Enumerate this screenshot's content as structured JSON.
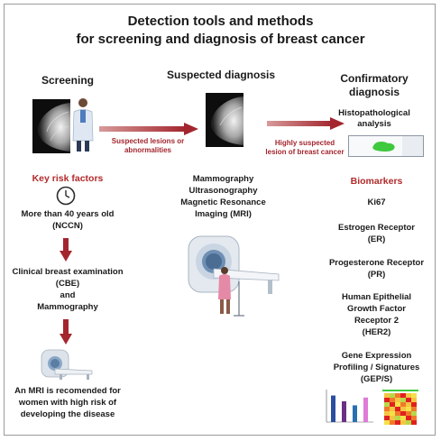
{
  "title_line1": "Detection tools and methods",
  "title_line2": "for screening and diagnosis of breast cancer",
  "screening": {
    "heading": "Screening",
    "risk_heading": "Key risk factors",
    "age_line1": "More than 40 years old",
    "age_line2": "(NCCN)",
    "cbe_line1": "Clinical breast examination",
    "cbe_line2": "(CBE)",
    "cbe_line3": "and",
    "cbe_line4": "Mammography",
    "mri_line1": "An MRI is recomended for",
    "mri_line2": "women with  high risk of",
    "mri_line3": "developing the disease"
  },
  "arrow1": {
    "line1": "Suspected lesions or",
    "line2": "abnormalities"
  },
  "suspected": {
    "heading": "Suspected diagnosis",
    "method1": "Mammography",
    "method2": "Ultrasonography",
    "method3": "Magnetic Resonance",
    "method4": "Imaging (MRI)"
  },
  "arrow2": {
    "line1": "Highly suspected",
    "line2": "lesion of breast cancer"
  },
  "confirmatory": {
    "heading_line1": "Confirmatory",
    "heading_line2": "diagnosis",
    "histo_line1": "Histopathological",
    "histo_line2": "analysis",
    "biomarkers_heading": "Biomarkers",
    "b1": "Ki67",
    "b2_line1": "Estrogen Receptor",
    "b2_line2": "(ER)",
    "b3_line1": "Progesterone Receptor",
    "b3_line2": "(PR)",
    "b4_line1": "Human Epithelial",
    "b4_line2": "Growth Factor",
    "b4_line3": "Receptor 2",
    "b4_line4": "(HER2)",
    "b5_line1": "Gene Expression",
    "b5_line2": "Profiling / Signatures",
    "b5_line3": "(GEP/S)"
  },
  "colors": {
    "accent_red": "#b22a2a",
    "arrow_red": "#a3262e",
    "stain_green": "#3ec93e"
  },
  "bar_chart": {
    "values": [
      0.92,
      0.72,
      0.58,
      0.85
    ],
    "colors": [
      "#2b4fa0",
      "#6a2f86",
      "#2a6fb0",
      "#e07ad8"
    ]
  },
  "heatmap": {
    "colors": [
      "#e02020",
      "#f07a2a",
      "#f5c542",
      "#b8d84a",
      "#f5e04a"
    ]
  }
}
